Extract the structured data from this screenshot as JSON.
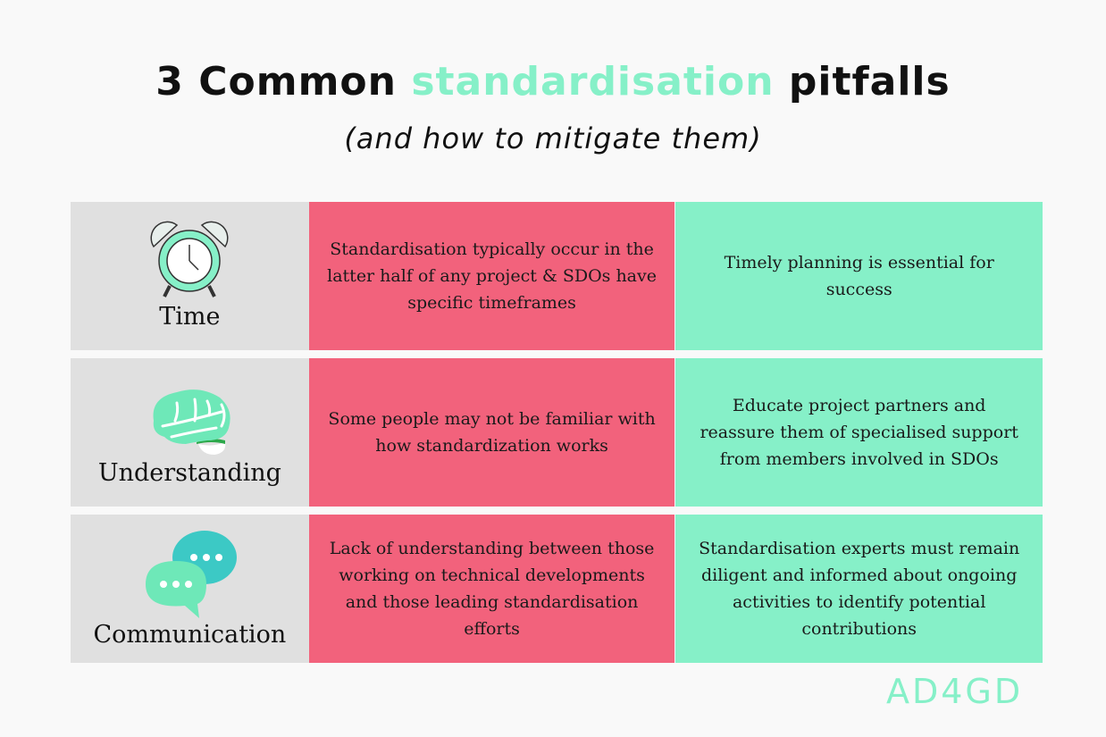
{
  "title": {
    "pre": "3 Common ",
    "highlight": "standardisation",
    "post": " pitfalls"
  },
  "subtitle": "(and how to mitigate them)",
  "colors": {
    "accent": "#86f0c8",
    "problem": "#f2627c",
    "label_bg": "#e0e0e0"
  },
  "rows": [
    {
      "icon": "alarm-clock-icon",
      "label": "Time",
      "problem": "Standardisation typically occur in the latter half of any project & SDOs have specific timeframes",
      "solution": "Timely planning is essential for success"
    },
    {
      "icon": "brain-icon",
      "label": "Understanding",
      "problem": "Some people may not be familiar with how standardization works",
      "solution": "Educate project partners and reassure them of specialised support from members involved in SDOs"
    },
    {
      "icon": "chat-bubbles-icon",
      "label": "Communication",
      "problem": "Lack of understanding between those working on technical developments and those leading standardisation efforts",
      "solution": "Standardisation experts must remain diligent and informed about ongoing activities to identify potential contributions"
    }
  ],
  "logo": "AD4GD"
}
